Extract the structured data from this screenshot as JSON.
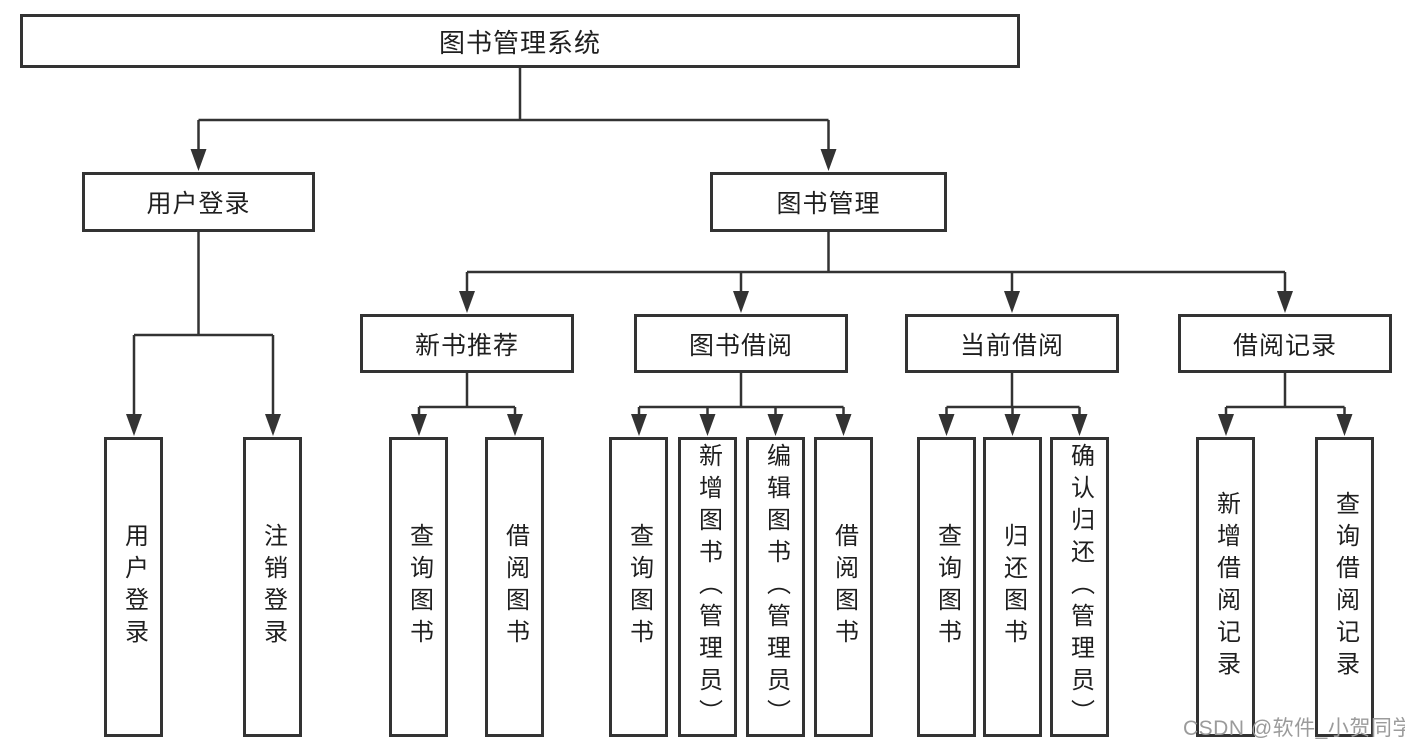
{
  "diagram": {
    "type": "tree",
    "root": {
      "label": "图书管理系统",
      "children": [
        {
          "label": "用户登录",
          "children": [
            {
              "label": "用户登录"
            },
            {
              "label": "注销登录"
            }
          ]
        },
        {
          "label": "图书管理",
          "children": [
            {
              "label": "新书推荐",
              "children": [
                {
                  "label": "查询图书"
                },
                {
                  "label": "借阅图书"
                }
              ]
            },
            {
              "label": "图书借阅",
              "children": [
                {
                  "label": "查询图书"
                },
                {
                  "label": "新增图书（管理员）"
                },
                {
                  "label": "编辑图书（管理员）"
                },
                {
                  "label": "借阅图书"
                }
              ]
            },
            {
              "label": "当前借阅",
              "children": [
                {
                  "label": "查询图书"
                },
                {
                  "label": "归还图书"
                },
                {
                  "label": "确认归还（管理员）"
                }
              ]
            },
            {
              "label": "借阅记录",
              "children": [
                {
                  "label": "新增借阅记录"
                },
                {
                  "label": "查询借阅记录"
                }
              ]
            }
          ]
        }
      ]
    }
  },
  "watermark": {
    "text": "CSDN @软件_小贺同学",
    "color": "#9b9b9b"
  },
  "colors": {
    "background": "#ffffff",
    "box_border": "#333333",
    "connector_line": "#333333",
    "text": "#1f1f1f",
    "watermark": "#9b9b9b"
  }
}
